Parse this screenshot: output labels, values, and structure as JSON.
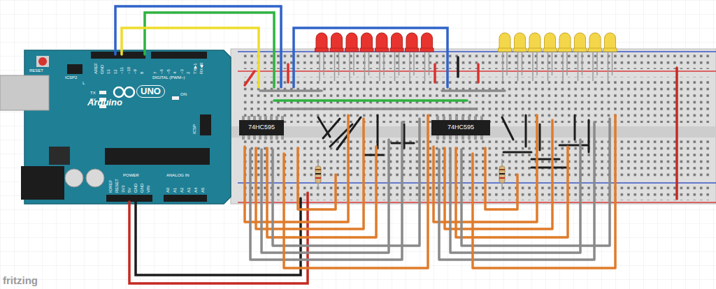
{
  "diagram": {
    "nodes": [
      {
        "text": [
          "Arduino",
          "UNO"
        ]
      },
      {
        "text": [
          "74HC595"
        ]
      },
      {
        "text": [
          "74HC595"
        ]
      }
    ],
    "labels": [
      "RESET",
      "ICSP2",
      "L",
      "TX",
      "RX",
      "ON",
      "DIGITAL (PWM~)",
      "AREF",
      "GND",
      "13",
      "12",
      "~11",
      "~10",
      "~9",
      "8",
      "7",
      "~6",
      "~5",
      "4",
      "~3",
      "2",
      "TX▶1",
      "RX◀0",
      "ICSP",
      "IOREF",
      "RESET",
      "3V3",
      "5V",
      "GND",
      "GND",
      "VIN",
      "A0",
      "A1",
      "A2",
      "A3",
      "A4",
      "A5",
      "POWER",
      "ANALOG IN",
      "fritzing"
    ]
  }
}
